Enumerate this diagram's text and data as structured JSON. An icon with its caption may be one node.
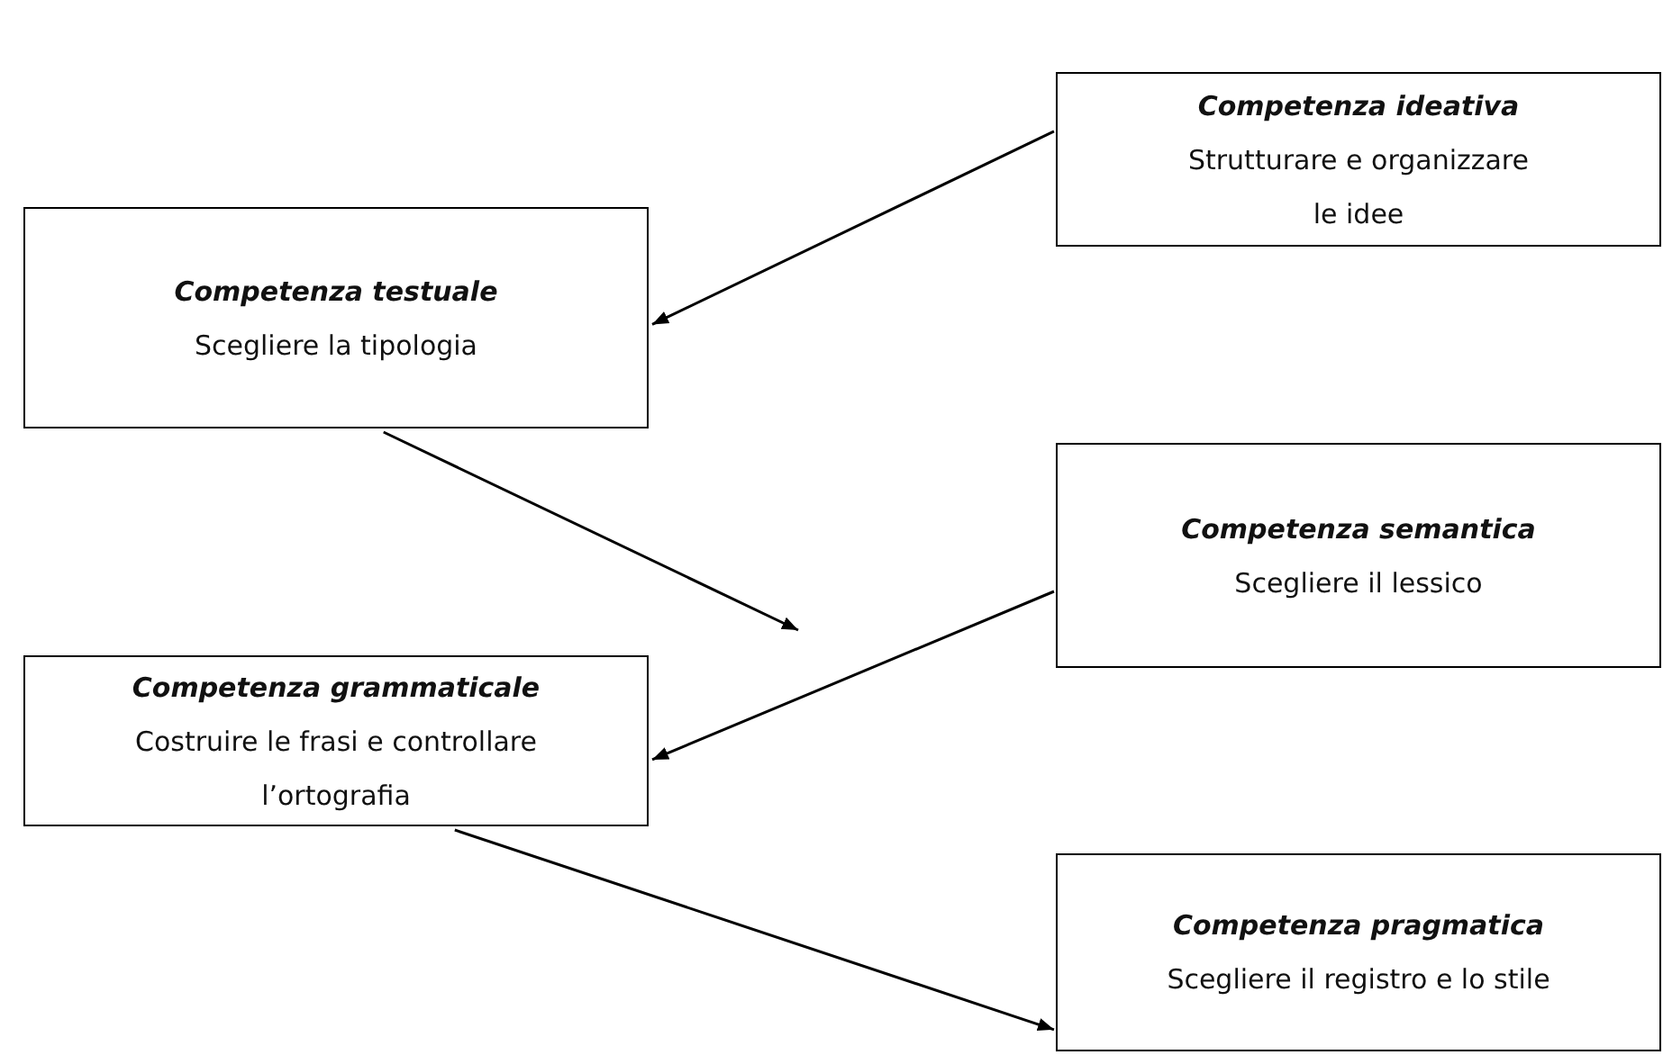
{
  "diagram": {
    "nodes": [
      {
        "text": [
          "Competenza ideativa",
          "Strutturare e organizzare le idee"
        ]
      },
      {
        "text": [
          "Competenza testuale",
          "Scegliere la tipologia"
        ]
      },
      {
        "text": [
          "Competenza semantica",
          "Scegliere il lessico"
        ]
      },
      {
        "text": [
          "Competenza grammaticale",
          "Costruire le frasi e controllare l’ortografia"
        ]
      },
      {
        "text": [
          "Competenza pragmatica",
          "Scegliere il registro e lo stile"
        ]
      }
    ],
    "edges": [
      {
        "from": 0,
        "to": 1,
        "arrow": "to"
      },
      {
        "from": 1,
        "to": null,
        "arrow": "to"
      },
      {
        "from": 2,
        "to": 3,
        "arrow": "to"
      },
      {
        "from": 3,
        "to": 4,
        "arrow": "to"
      }
    ]
  }
}
